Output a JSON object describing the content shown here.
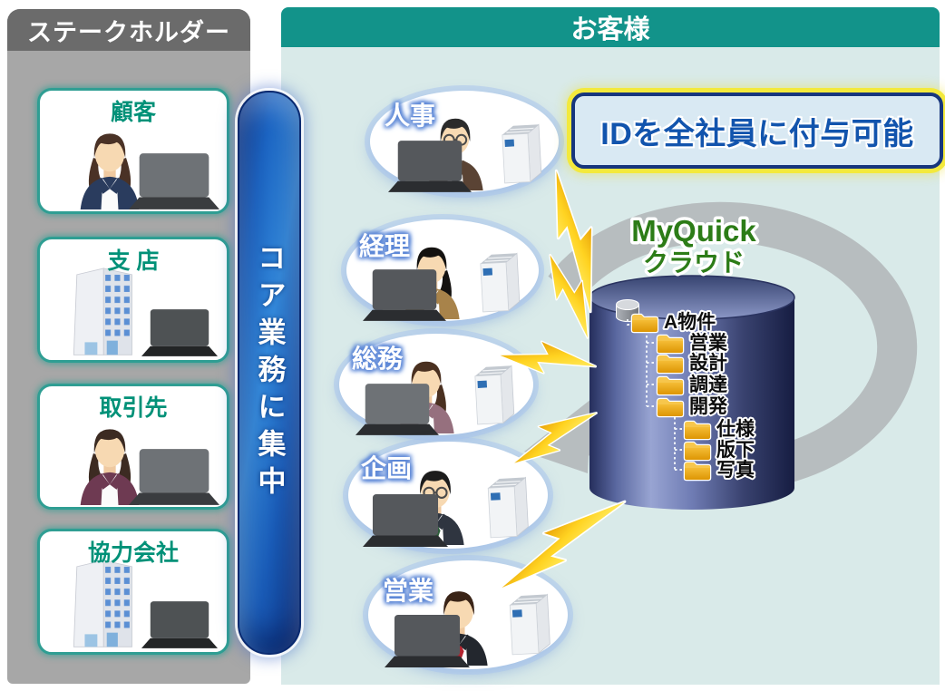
{
  "stakeholder_panel": {
    "title": "ステークホルダー",
    "items": [
      {
        "label": "顧客",
        "type": "person"
      },
      {
        "label": "支 店",
        "type": "building"
      },
      {
        "label": "取引先",
        "type": "person"
      },
      {
        "label": "協力会社",
        "type": "building"
      }
    ]
  },
  "core_banner": {
    "text": "コア業務に集中"
  },
  "customer_panel": {
    "title": "お客様",
    "callout": {
      "text": "IDを全社員に付与可能"
    },
    "departments": [
      {
        "label": "人事"
      },
      {
        "label": "経理"
      },
      {
        "label": "総務"
      },
      {
        "label": "企画"
      },
      {
        "label": "営業"
      }
    ],
    "cloud": {
      "name_line1": "MyQuick",
      "name_line2": "クラウド",
      "folders": [
        {
          "label": "A物件",
          "level": 0
        },
        {
          "label": "営業",
          "level": 1
        },
        {
          "label": "設計",
          "level": 1
        },
        {
          "label": "調達",
          "level": 1
        },
        {
          "label": "開発",
          "level": 1
        },
        {
          "label": "仕様",
          "level": 2
        },
        {
          "label": "版下",
          "level": 2
        },
        {
          "label": "写真",
          "level": 2
        }
      ]
    }
  },
  "colors": {
    "teal_header": "#12938a",
    "panel_bg": "#d9eae9",
    "sidebar_bg": "#a7a7a7",
    "sidebar_header": "#6b6b6b",
    "card_border": "#2f9e93",
    "card_label": "#009178",
    "banner_blue": "#1c64c2",
    "callout_border_yellow": "#f3e93c",
    "callout_border_navy": "#17367d",
    "callout_text": "#1254ad",
    "cloud_title_green": "#2c7c17",
    "folder_orange": "#f0a80a",
    "bolt_yellow": "#ffd321",
    "swoosh_gray": "#b7bdbf"
  }
}
